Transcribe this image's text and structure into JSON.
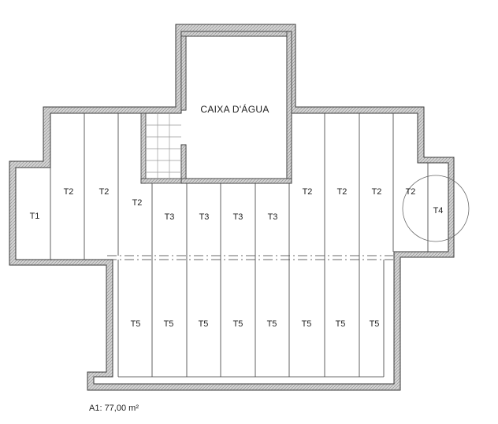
{
  "plan": {
    "water_tank_label": "CAIXA D'ÁGUA",
    "area_label": "A1: 77,00 m²",
    "tiles": {
      "t1": "T1",
      "t2": [
        "T2",
        "T2",
        "T2",
        "T2",
        "T2",
        "T2",
        "T2"
      ],
      "t3": [
        "T3",
        "T3",
        "T3",
        "T3"
      ],
      "t4": "T4",
      "t5": [
        "T5",
        "T5",
        "T5",
        "T5",
        "T5",
        "T5",
        "T5",
        "T5"
      ]
    },
    "colors": {
      "wall": "#c9c9c9",
      "line": "#3a3a3a",
      "background": "#ffffff"
    }
  }
}
